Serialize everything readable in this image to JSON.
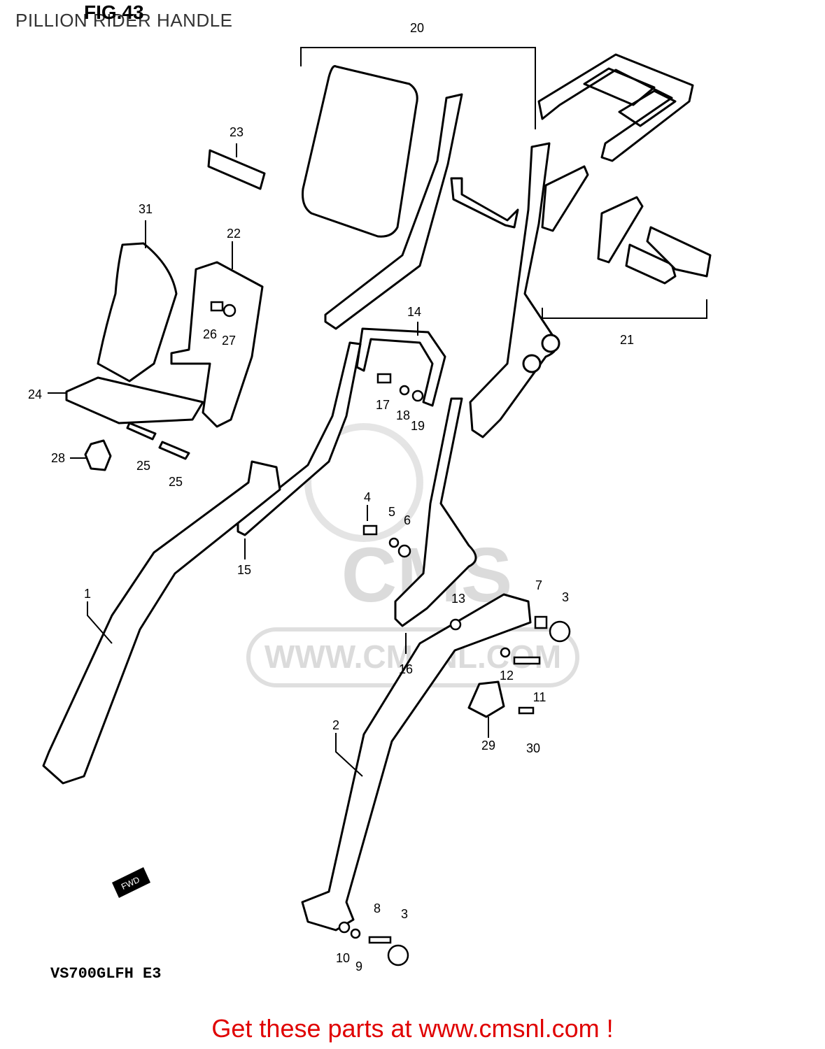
{
  "header": {
    "title": "PILLION RIDER HANDLE",
    "fig_label": "FIG.43"
  },
  "watermark": {
    "logo_text": "CMS",
    "url_text": "WWW.CMSNL.COM"
  },
  "fwd_label": "FWD",
  "model_code": "VS700GLFH E3",
  "footer": {
    "text": "Get these parts at www.cmsnl.com !",
    "color": "#e00000"
  },
  "callouts": [
    "1",
    "2",
    "3",
    "3",
    "4",
    "5",
    "6",
    "7",
    "8",
    "9",
    "10",
    "11",
    "12",
    "13",
    "14",
    "15",
    "16",
    "17",
    "18",
    "19",
    "20",
    "21",
    "22",
    "23",
    "24",
    "25",
    "25",
    "26",
    "27",
    "28",
    "29",
    "30",
    "31"
  ]
}
